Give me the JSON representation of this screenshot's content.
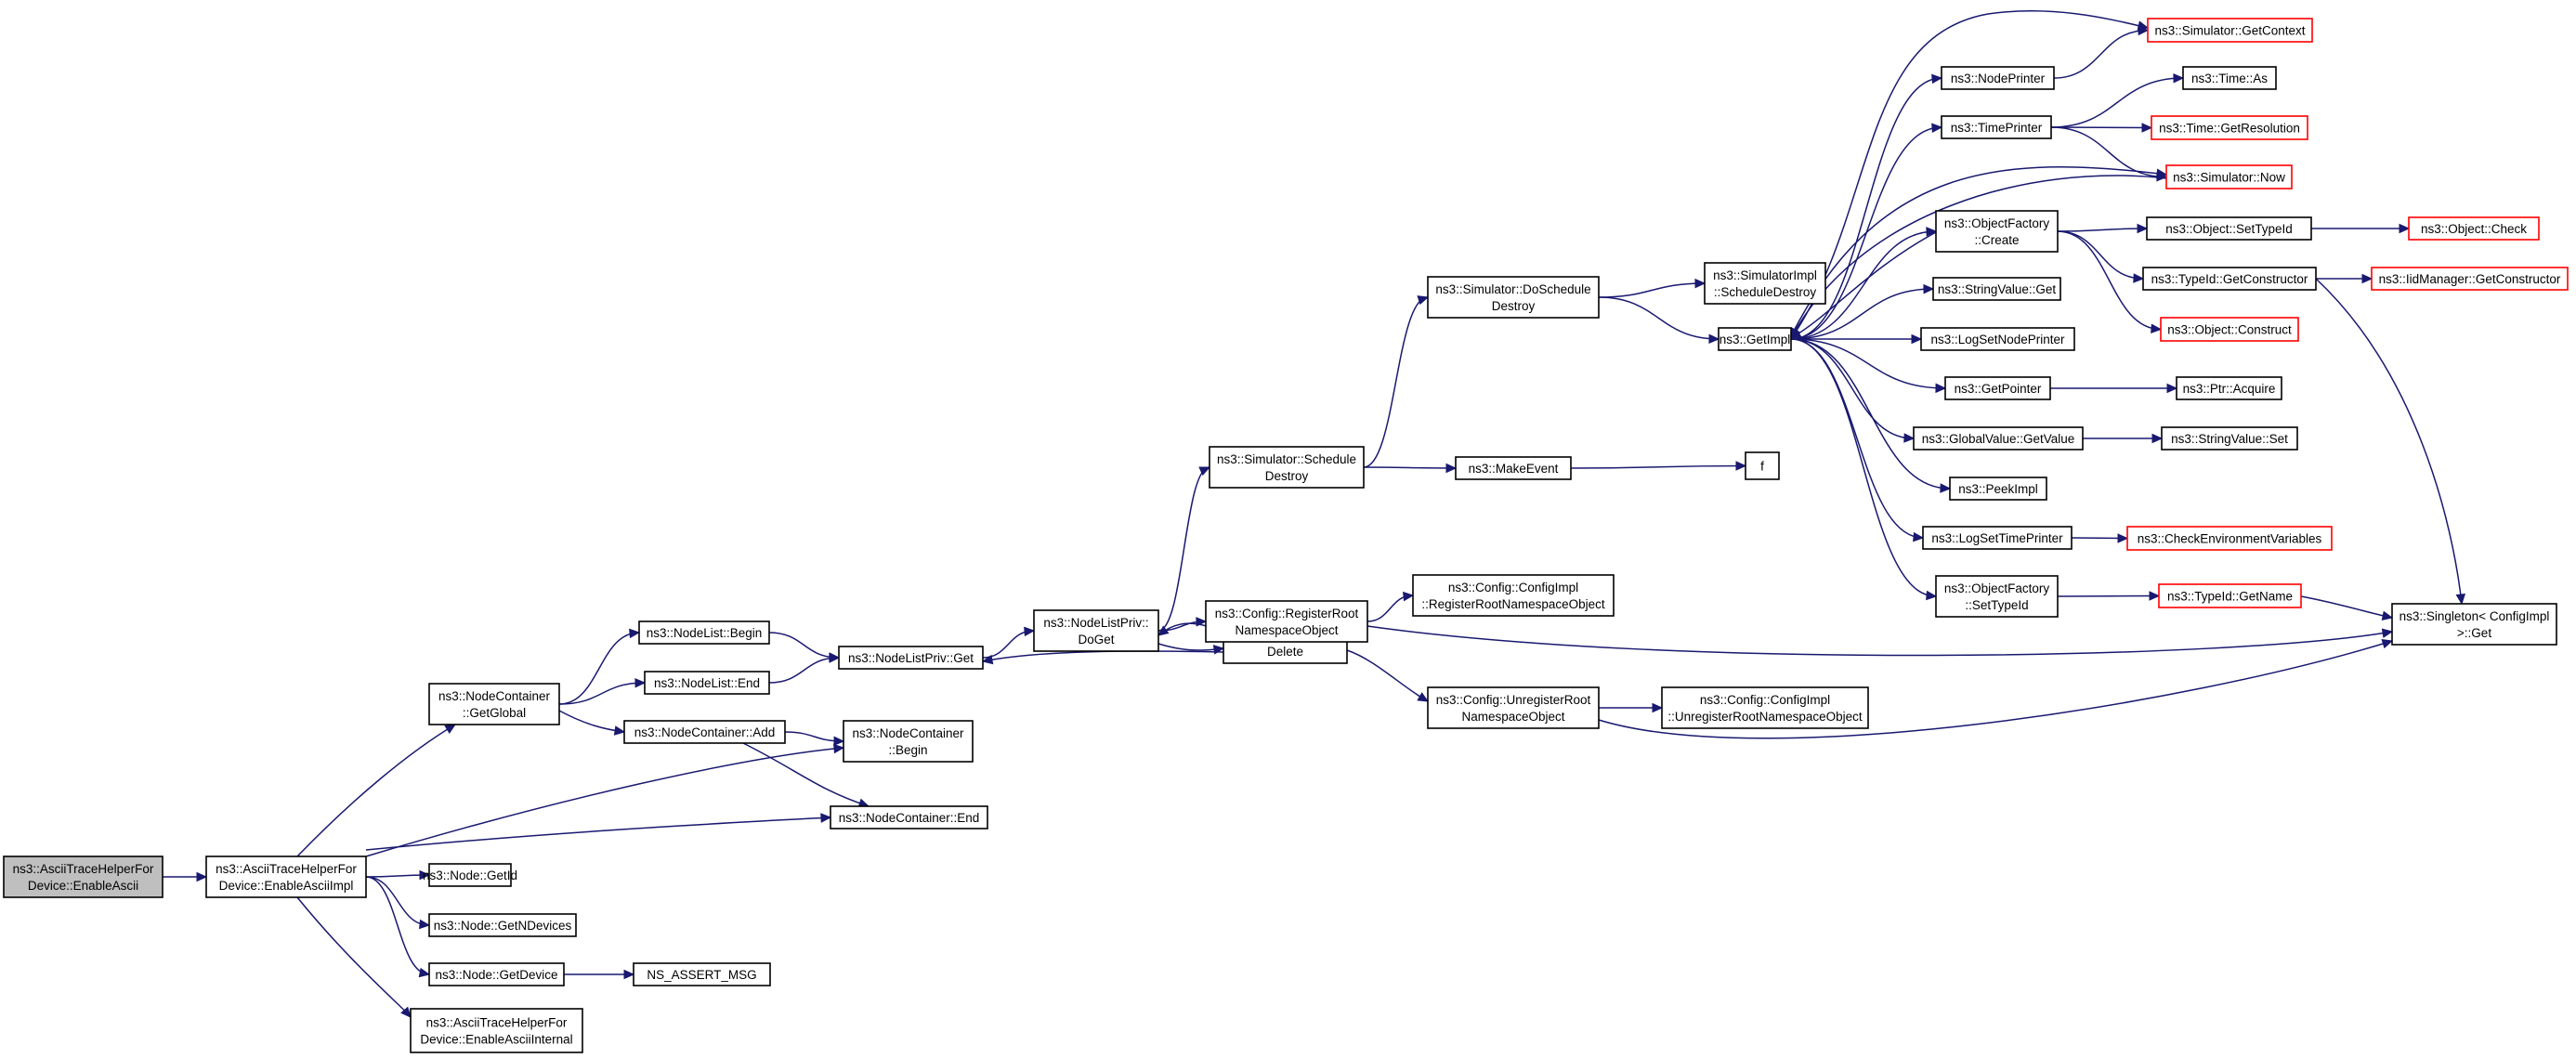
{
  "graph": {
    "nodes": [
      {
        "id": "root",
        "lines": [
          "ns3::AsciiTraceHelperFor",
          "Device::EnableAscii"
        ],
        "style": "highlight"
      },
      {
        "id": "impl",
        "lines": [
          "ns3::AsciiTraceHelperFor",
          "Device::EnableAsciiImpl"
        ]
      },
      {
        "id": "getglobal",
        "lines": [
          "ns3::NodeContainer",
          "::GetGlobal"
        ]
      },
      {
        "id": "getid",
        "lines": [
          "ns3::Node::GetId"
        ]
      },
      {
        "id": "getndevices",
        "lines": [
          "ns3::Node::GetNDevices"
        ]
      },
      {
        "id": "getdevice",
        "lines": [
          "ns3::Node::GetDevice"
        ]
      },
      {
        "id": "internal",
        "lines": [
          "ns3::AsciiTraceHelperFor",
          "Device::EnableAsciiInternal"
        ]
      },
      {
        "id": "nlbegin",
        "lines": [
          "ns3::NodeList::Begin"
        ]
      },
      {
        "id": "nlend",
        "lines": [
          "ns3::NodeList::End"
        ]
      },
      {
        "id": "ncadd",
        "lines": [
          "ns3::NodeContainer::Add"
        ]
      },
      {
        "id": "ncbegin",
        "lines": [
          "ns3::NodeContainer",
          "::Begin"
        ]
      },
      {
        "id": "ncend",
        "lines": [
          "ns3::NodeContainer::End"
        ]
      },
      {
        "id": "assert",
        "lines": [
          "NS_ASSERT_MSG"
        ]
      },
      {
        "id": "nlpget",
        "lines": [
          "ns3::NodeListPriv::Get"
        ]
      },
      {
        "id": "doget",
        "lines": [
          "ns3::NodeListPriv::",
          "DoGet"
        ]
      },
      {
        "id": "delete",
        "lines": [
          "ns3::NodeListPriv::",
          "Delete"
        ]
      },
      {
        "id": "schedule",
        "lines": [
          "ns3::Simulator::Schedule",
          "Destroy"
        ]
      },
      {
        "id": "registerroot",
        "lines": [
          "ns3::Config::RegisterRoot",
          "NamespaceObject"
        ]
      },
      {
        "id": "unregisterroot",
        "lines": [
          "ns3::Config::UnregisterRoot",
          "NamespaceObject"
        ]
      },
      {
        "id": "cfgregister",
        "lines": [
          "ns3::Config::ConfigImpl",
          "::RegisterRootNamespaceObject"
        ]
      },
      {
        "id": "cfgunregister",
        "lines": [
          "ns3::Config::ConfigImpl",
          "::UnregisterRootNamespaceObject"
        ]
      },
      {
        "id": "doschedule",
        "lines": [
          "ns3::Simulator::DoSchedule",
          "Destroy"
        ]
      },
      {
        "id": "makeevent",
        "lines": [
          "ns3::MakeEvent"
        ]
      },
      {
        "id": "f",
        "lines": [
          "f"
        ]
      },
      {
        "id": "simimpl",
        "lines": [
          "ns3::SimulatorImpl",
          "::ScheduleDestroy"
        ]
      },
      {
        "id": "getimpl",
        "lines": [
          "ns3::GetImpl"
        ]
      },
      {
        "id": "nodeprinter",
        "lines": [
          "ns3::NodePrinter"
        ]
      },
      {
        "id": "timeprinter",
        "lines": [
          "ns3::TimePrinter"
        ]
      },
      {
        "id": "ofcreate",
        "lines": [
          "ns3::ObjectFactory",
          "::Create"
        ]
      },
      {
        "id": "stringget",
        "lines": [
          "ns3::StringValue::Get"
        ]
      },
      {
        "id": "logsetnode",
        "lines": [
          "ns3::LogSetNodePrinter"
        ]
      },
      {
        "id": "getpointer",
        "lines": [
          "ns3::GetPointer"
        ]
      },
      {
        "id": "gvgetvalue",
        "lines": [
          "ns3::GlobalValue::GetValue"
        ]
      },
      {
        "id": "peekimpl",
        "lines": [
          "ns3::PeekImpl"
        ]
      },
      {
        "id": "logsettime",
        "lines": [
          "ns3::LogSetTimePrinter"
        ]
      },
      {
        "id": "ofsettypeid",
        "lines": [
          "ns3::ObjectFactory",
          "::SetTypeId"
        ]
      },
      {
        "id": "getcontext",
        "lines": [
          "ns3::Simulator::GetContext"
        ],
        "style": "truncated"
      },
      {
        "id": "timeas",
        "lines": [
          "ns3::Time::As"
        ]
      },
      {
        "id": "getresolution",
        "lines": [
          "ns3::Time::GetResolution"
        ],
        "style": "truncated"
      },
      {
        "id": "simnow",
        "lines": [
          "ns3::Simulator::Now"
        ],
        "style": "truncated"
      },
      {
        "id": "objsettypeid",
        "lines": [
          "ns3::Object::SetTypeId"
        ]
      },
      {
        "id": "getconstructor",
        "lines": [
          "ns3::TypeId::GetConstructor"
        ]
      },
      {
        "id": "objconstruct",
        "lines": [
          "ns3::Object::Construct"
        ],
        "style": "truncated"
      },
      {
        "id": "ptracquire",
        "lines": [
          "ns3::Ptr::Acquire"
        ]
      },
      {
        "id": "stringset",
        "lines": [
          "ns3::StringValue::Set"
        ]
      },
      {
        "id": "checkenv",
        "lines": [
          "ns3::CheckEnvironmentVariables"
        ],
        "style": "truncated"
      },
      {
        "id": "getname",
        "lines": [
          "ns3::TypeId::GetName"
        ],
        "style": "truncated"
      },
      {
        "id": "objcheck",
        "lines": [
          "ns3::Object::Check"
        ],
        "style": "truncated"
      },
      {
        "id": "iidgetctor",
        "lines": [
          "ns3::IidManager::GetConstructor"
        ],
        "style": "truncated"
      },
      {
        "id": "singleton",
        "lines": [
          "ns3::Singleton< ConfigImpl",
          " >::Get"
        ]
      }
    ],
    "edges": [
      [
        "root",
        "impl"
      ],
      [
        "impl",
        "getglobal"
      ],
      [
        "impl",
        "ncbegin"
      ],
      [
        "impl",
        "ncend"
      ],
      [
        "impl",
        "getid"
      ],
      [
        "impl",
        "getndevices"
      ],
      [
        "impl",
        "getdevice"
      ],
      [
        "impl",
        "internal"
      ],
      [
        "getglobal",
        "nlbegin"
      ],
      [
        "getglobal",
        "nlend"
      ],
      [
        "getglobal",
        "ncadd"
      ],
      [
        "ncadd",
        "ncbegin"
      ],
      [
        "ncadd",
        "ncend"
      ],
      [
        "getdevice",
        "assert"
      ],
      [
        "nlbegin",
        "nlpget"
      ],
      [
        "nlend",
        "nlpget"
      ],
      [
        "nlpget",
        "doget"
      ],
      [
        "doget",
        "schedule"
      ],
      [
        "doget",
        "registerroot"
      ],
      [
        "doget",
        "delete"
      ],
      [
        "delete",
        "doget"
      ],
      [
        "delete",
        "nlpget"
      ],
      [
        "delete",
        "unregisterroot"
      ],
      [
        "registerroot",
        "cfgregister"
      ],
      [
        "registerroot",
        "singleton"
      ],
      [
        "unregisterroot",
        "cfgunregister"
      ],
      [
        "unregisterroot",
        "singleton"
      ],
      [
        "schedule",
        "doschedule"
      ],
      [
        "schedule",
        "makeevent"
      ],
      [
        "makeevent",
        "f"
      ],
      [
        "doschedule",
        "simimpl"
      ],
      [
        "doschedule",
        "getimpl"
      ],
      [
        "getimpl",
        "getcontext"
      ],
      [
        "getimpl",
        "nodeprinter"
      ],
      [
        "getimpl",
        "timeprinter"
      ],
      [
        "getimpl",
        "simnow"
      ],
      [
        "getimpl",
        "ofcreate"
      ],
      [
        "getimpl",
        "stringget"
      ],
      [
        "getimpl",
        "logsetnode"
      ],
      [
        "getimpl",
        "getpointer"
      ],
      [
        "getimpl",
        "gvgetvalue"
      ],
      [
        "getimpl",
        "peekimpl"
      ],
      [
        "getimpl",
        "logsettime"
      ],
      [
        "getimpl",
        "ofsettypeid"
      ],
      [
        "nodeprinter",
        "getcontext"
      ],
      [
        "timeprinter",
        "timeas"
      ],
      [
        "timeprinter",
        "getresolution"
      ],
      [
        "timeprinter",
        "simnow"
      ],
      [
        "ofcreate",
        "objsettypeid"
      ],
      [
        "ofcreate",
        "getconstructor"
      ],
      [
        "ofcreate",
        "objconstruct"
      ],
      [
        "objsettypeid",
        "objcheck"
      ],
      [
        "getconstructor",
        "iidgetctor"
      ],
      [
        "getconstructor",
        "singleton"
      ],
      [
        "getpointer",
        "ptracquire"
      ],
      [
        "gvgetvalue",
        "stringset"
      ],
      [
        "logsettime",
        "checkenv"
      ],
      [
        "ofsettypeid",
        "getname"
      ],
      [
        "getname",
        "singleton"
      ],
      [
        "ofcreate",
        "getimpl"
      ],
      [
        "simnow",
        "getimpl"
      ]
    ]
  }
}
